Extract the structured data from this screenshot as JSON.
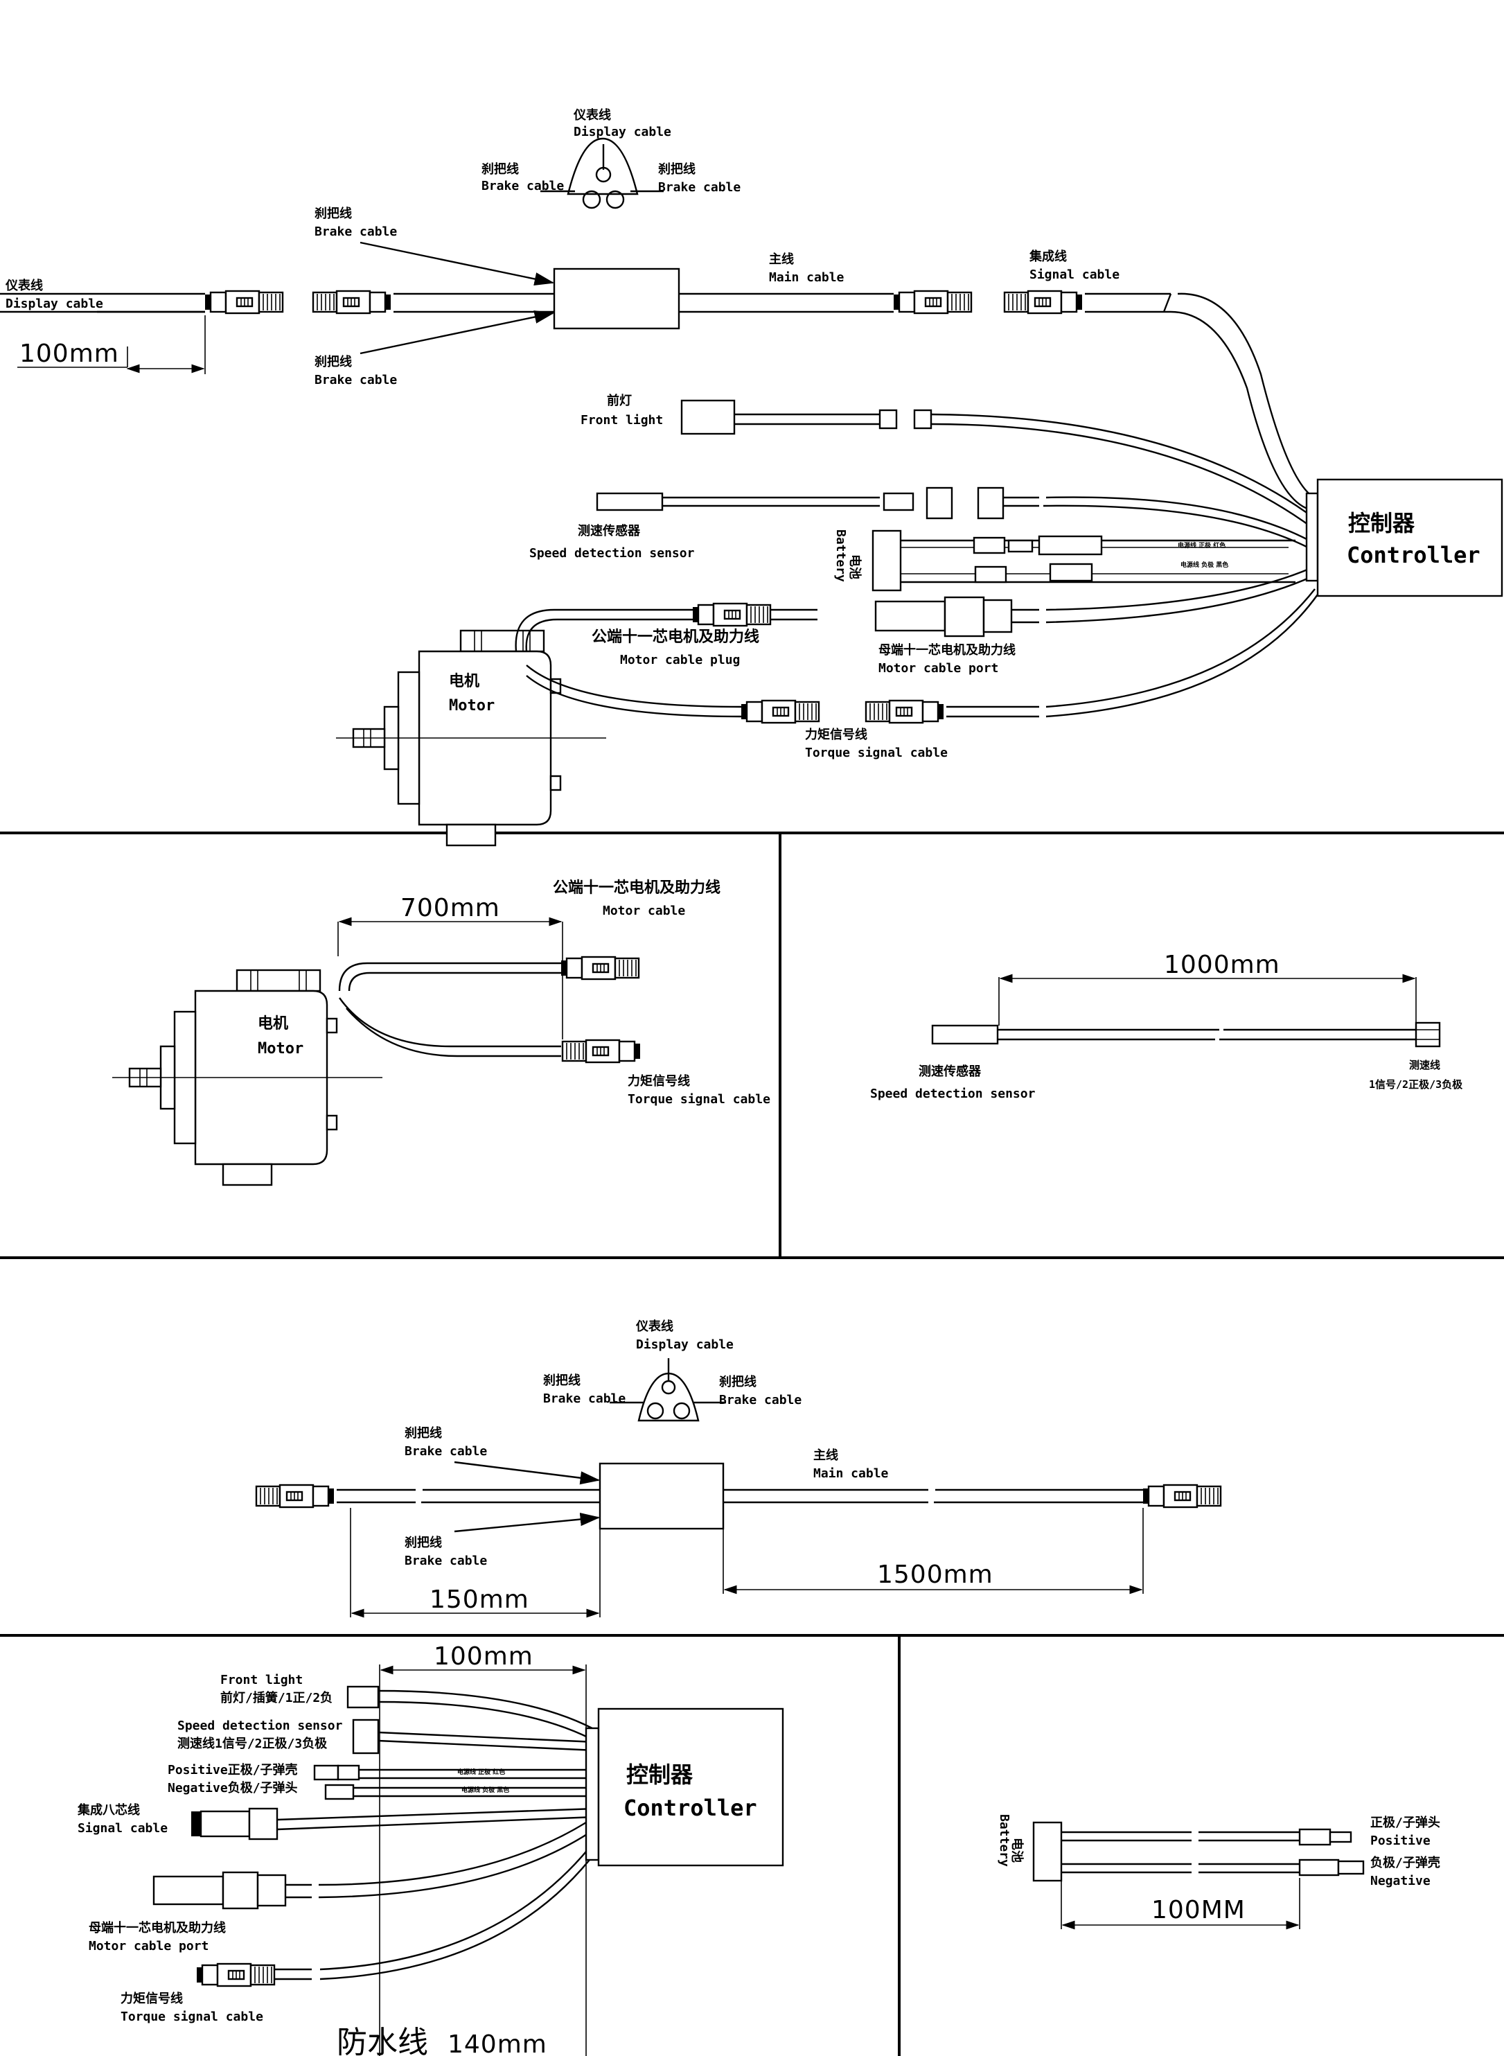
{
  "top_diagram": {
    "display_cable_cn": "仪表线",
    "display_cable_en": "Display cable",
    "brake_cable_cn": "刹把线",
    "brake_cable_en": "Brake cable",
    "main_cable_cn": "主线",
    "main_cable_en": "Main cable",
    "signal_cable_cn": "集成线",
    "signal_cable_en": "Signal cable",
    "front_light_cn": "前灯",
    "front_light_en": "Front light",
    "speed_sensor_cn": "测速传感器",
    "speed_sensor_en": "Speed detection sensor",
    "battery_en": "Battery",
    "battery_cn": "电池",
    "motor_plug_cn": "公端十一芯电机及助力线",
    "motor_plug_en": "Motor cable plug",
    "motor_port_cn": "母端十一芯电机及助力线",
    "motor_port_en": "Motor cable port",
    "torque_cn": "力矩信号线",
    "torque_en": "Torque signal cable",
    "motor_cn": "电机",
    "motor_en": "Motor",
    "controller_cn": "控制器",
    "controller_en": "Controller",
    "dim_100": "100mm",
    "batt_pos_tiny": "电源线 正极 红色",
    "batt_neg_tiny": "电源线 负极 黑色"
  },
  "motor_panel": {
    "title_cn": "公端十一芯电机及助力线",
    "title_en": "Motor cable",
    "dim_700": "700mm",
    "motor_cn": "电机",
    "motor_en": "Motor",
    "torque_cn": "力矩信号线",
    "torque_en": "Torque signal cable"
  },
  "speed_panel": {
    "dim_1000": "1000mm",
    "sensor_cn": "测速传感器",
    "sensor_en": "Speed detection sensor",
    "wire_cn": "测速线",
    "wire_pins": "1信号/2正极/3负极"
  },
  "display_panel": {
    "display_cable_cn": "仪表线",
    "display_cable_en": "Display cable",
    "brake_cable_cn": "刹把线",
    "brake_cable_en": "Brake cable",
    "main_cable_cn": "主线",
    "main_cable_en": "Main cable",
    "dim_150": "150mm",
    "dim_1500": "1500mm"
  },
  "controller_panel": {
    "dim_100": "100mm",
    "front_light_en": "Front light",
    "front_light_cn": "前灯/插簧/1正/2负",
    "speed_en": "Speed detection sensor",
    "speed_cn": "测速线1信号/2正极/3负极",
    "positive": "Positive正极/子弹壳",
    "negative": "Negative负极/子弹头",
    "signal_cn": "集成八芯线",
    "signal_en": "Signal cable",
    "motor_port_cn": "母端十一芯电机及助力线",
    "motor_port_en": "Motor cable port",
    "torque_cn": "力矩信号线",
    "torque_en": "Torque signal cable",
    "controller_cn": "控制器",
    "controller_en": "Controller",
    "waterproof_cn": "防水线",
    "waterproof_dim": "140mm",
    "batt_pos_tiny": "电源线 正极 红色",
    "batt_neg_tiny": "电源线 负极 黑色"
  },
  "battery_panel": {
    "battery_en": "Battery",
    "battery_cn": "电池",
    "positive_cn": "正极/子弹头",
    "positive_en": "Positive",
    "negative_cn": "负极/子弹壳",
    "negative_en": "Negative",
    "dim_100": "100MM"
  }
}
